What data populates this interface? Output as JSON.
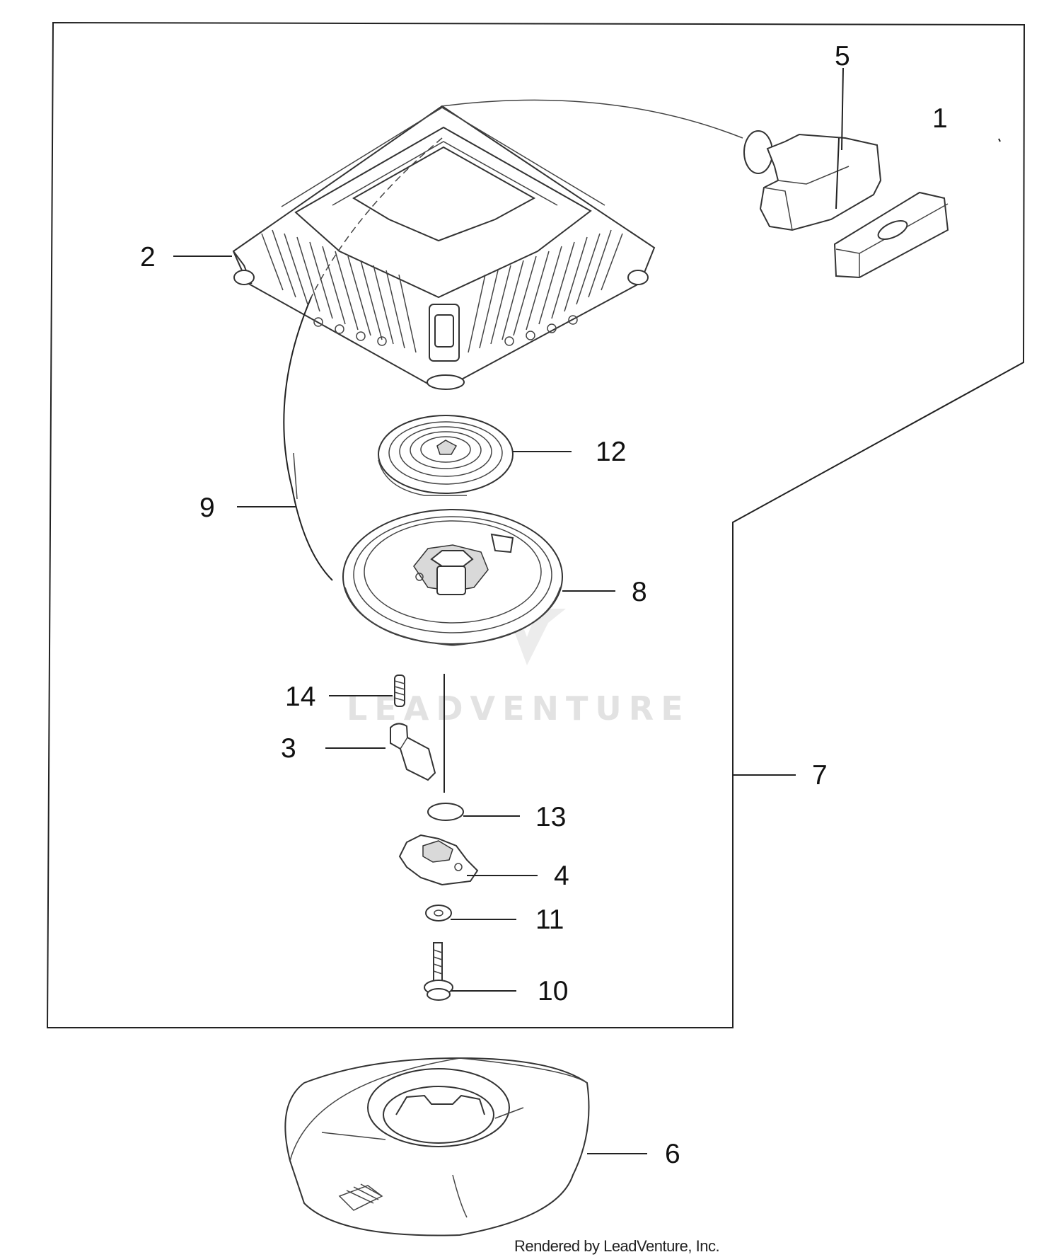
{
  "diagram": {
    "callouts": {
      "p1": "1",
      "p2": "2",
      "p3": "3",
      "p4": "4",
      "p5": "5",
      "p6": "6",
      "p7": "7",
      "p8": "8",
      "p9": "9",
      "p10": "10",
      "p11": "11",
      "p12": "12",
      "p13": "13",
      "p14": "14"
    },
    "watermark": "LEADVENTURE",
    "credit": "Rendered by LeadVenture, Inc."
  },
  "colors": {
    "line": "#222222",
    "watermark": "#e2e2e2"
  }
}
